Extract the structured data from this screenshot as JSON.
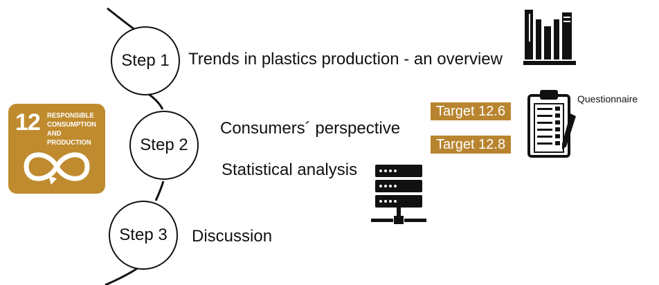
{
  "steps": [
    {
      "label": "Step 1",
      "description": "Trends in plastics production - an overview"
    },
    {
      "label": "Step 2",
      "description": "Consumers´ perspective",
      "description2": "Statistical analysis"
    },
    {
      "label": "Step 3",
      "description": "Discussion"
    }
  ],
  "sdg": {
    "number": "12",
    "line1": "RESPONSIBLE",
    "line2": "CONSUMPTION",
    "line3": "AND PRODUCTION",
    "color": "#bf8b2e",
    "icon": "infinity-loop-icon"
  },
  "targets": [
    "Target 12.6",
    "Target 12.8"
  ],
  "target_color": "#b9842f",
  "questionnaire_label": "Questionnaire",
  "icons": {
    "step1": "books-icon",
    "questionnaire": "clipboard-checklist-icon",
    "analysis": "server-database-icon"
  }
}
